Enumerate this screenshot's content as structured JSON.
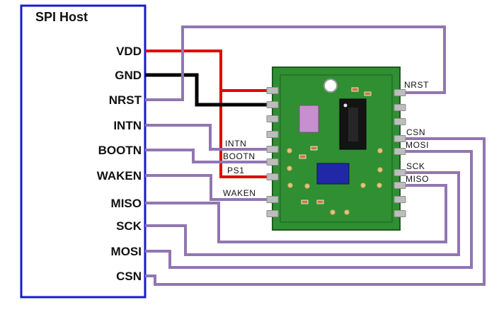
{
  "host": {
    "title": "SPI Host",
    "pins": [
      "VDD",
      "GND",
      "NRST",
      "INTN",
      "BOOTN",
      "WAKEN",
      "MISO",
      "SCK",
      "MOSI",
      "CSN"
    ]
  },
  "module": {
    "left_pin_labels": [
      "INTN",
      "BOOTN",
      "PS1",
      "WAKEN"
    ],
    "right_pin_labels": [
      "NRST",
      "CSN",
      "MOSI",
      "SCK",
      "MISO"
    ]
  },
  "colors": {
    "power_wire": "#e10000",
    "ground_wire": "#000000",
    "signal_wire": "#9176b2",
    "host_box_border": "#1a1ace",
    "board_green": "#2f8f32"
  },
  "connections": [
    {
      "host_pin": "VDD",
      "module_pin": null,
      "wire": "power"
    },
    {
      "host_pin": "VDD",
      "module_pin": "PS1",
      "wire": "power"
    },
    {
      "host_pin": "GND",
      "module_pin": null,
      "wire": "ground"
    },
    {
      "host_pin": "NRST",
      "module_pin": "NRST",
      "wire": "signal"
    },
    {
      "host_pin": "INTN",
      "module_pin": "INTN",
      "wire": "signal"
    },
    {
      "host_pin": "BOOTN",
      "module_pin": "BOOTN",
      "wire": "signal"
    },
    {
      "host_pin": "WAKEN",
      "module_pin": "WAKEN",
      "wire": "signal"
    },
    {
      "host_pin": "MISO",
      "module_pin": "MISO",
      "wire": "signal"
    },
    {
      "host_pin": "SCK",
      "module_pin": "SCK",
      "wire": "signal"
    },
    {
      "host_pin": "MOSI",
      "module_pin": "MOSI",
      "wire": "signal"
    },
    {
      "host_pin": "CSN",
      "module_pin": "CSN",
      "wire": "signal"
    }
  ]
}
